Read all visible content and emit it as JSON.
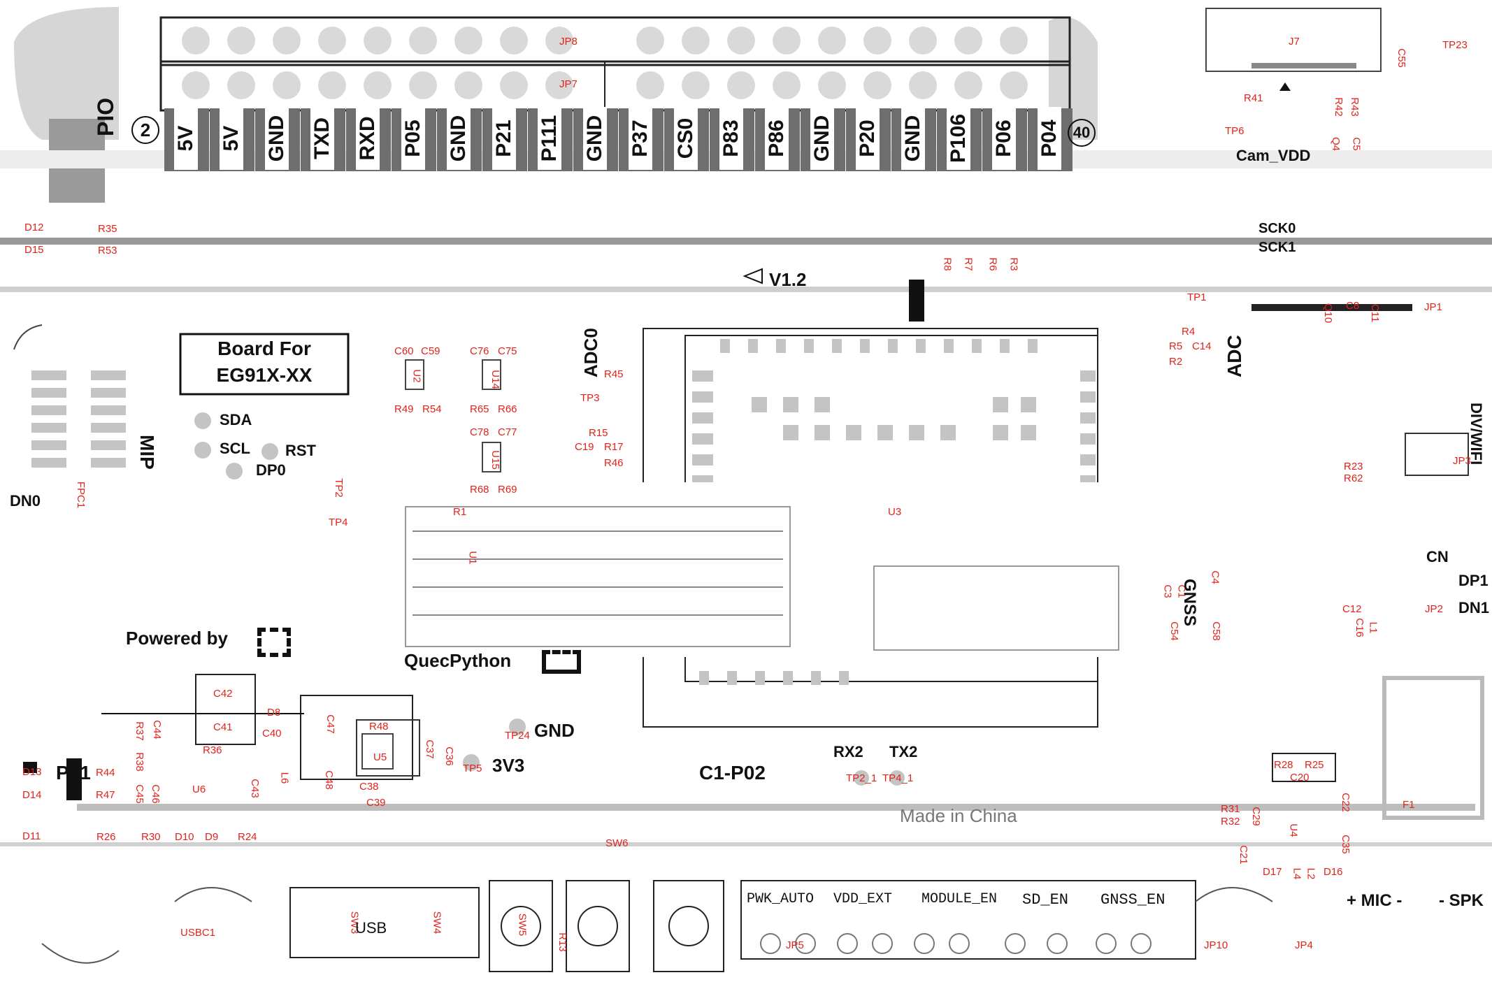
{
  "board": {
    "title_line1": "Board For",
    "title_line2": "EG91X-XX",
    "powered_by": "Powered by",
    "quecpython": "QuecPython",
    "made_in": "Made in China",
    "pio": "PIO",
    "pin_one": "2",
    "pin_forty": "40",
    "v12": "V1.2",
    "mip": "MIP",
    "cam_vdd": "Cam_VDD",
    "adc_main": "ADC",
    "adc_top": "ADC0",
    "div_wifi": "DIV/WIFI",
    "gnss": "GNSS",
    "c1_p02": "C1-P02"
  },
  "header_pins": [
    "5V",
    "5V",
    "GND",
    "TXD",
    "RXD",
    "P05",
    "GND",
    "P21",
    "P111",
    "GND",
    "P37",
    "CS0",
    "P83",
    "P86",
    "GND",
    "P20",
    "GND",
    "P106",
    "P06",
    "P04"
  ],
  "left_labels": {
    "sda": "SDA",
    "scl": "SCL",
    "rst": "RST",
    "dp0": "DP0",
    "dn0": "DN0"
  },
  "right_labels": {
    "cn": "CN",
    "dp1": "DP1",
    "dn1": "DN1",
    "sck0": "SCK0",
    "sck1": "SCK1"
  },
  "power_labels": {
    "gnd": "GND",
    "v3": "3V3",
    "rx2": "RX2",
    "tx2": "TX2",
    "p21": "P21"
  },
  "bottom_switches": [
    "PWK_AUTO",
    "VDD_EXT",
    "MODULE_EN",
    "SD_EN",
    "GNSS_EN"
  ],
  "audio": {
    "mic": "+ MIC -",
    "spk": "- SPK"
  },
  "usb": "USB",
  "ref": {
    "jp8": "JP8",
    "jp7": "JP7",
    "j7": "J7",
    "tp23": "TP23",
    "c55": "C55",
    "r41": "R41",
    "r43": "R43",
    "r42": "R42",
    "tp6": "TP6",
    "q4": "Q4",
    "c5": "C5",
    "d12": "D12",
    "r35": "R35",
    "d15": "D15",
    "r53": "R53",
    "r8": "R8",
    "r7": "R7",
    "r6": "R6",
    "r3": "R3",
    "tp1": "TP1",
    "c8": "C8",
    "c11": "C11",
    "jp1": "JP1",
    "q10": "Q10",
    "r4": "R4",
    "r5": "R5",
    "c14": "C14",
    "r2": "R2",
    "c60": "C60",
    "c59": "C59",
    "u2": "U2",
    "r49": "R49",
    "r54": "R54",
    "c76": "C76",
    "c75": "C75",
    "u14": "U14",
    "r65": "R65",
    "r66": "R66",
    "c78": "C78",
    "c77": "C77",
    "u15": "U15",
    "r68": "R68",
    "r69": "R69",
    "r45": "R45",
    "tp3": "TP3",
    "r15": "R15",
    "c19": "C19",
    "r17": "R17",
    "r46": "R46",
    "fpc1": "FPC1",
    "tp2": "TP2",
    "tp4": "TP4",
    "r1": "R1",
    "u1": "U1",
    "u3": "U3",
    "r23": "R23",
    "r62": "R62",
    "jp3": "JP3",
    "c4": "C4",
    "c1": "C1",
    "c3": "C3",
    "c54": "C54",
    "c58": "C58",
    "c12": "C12",
    "jp2": "JP2",
    "c16": "C16",
    "l1": "L1",
    "c42": "C42",
    "d8": "D8",
    "c41": "C41",
    "c40": "C40",
    "c47": "C47",
    "r48": "R48",
    "u5": "U5",
    "c37": "C37",
    "c36": "C36",
    "r36": "R36",
    "r37": "R37",
    "c44": "C44",
    "r38": "R38",
    "c45": "C45",
    "c46": "C46",
    "c43": "C43",
    "l6": "L6",
    "c48": "C48",
    "c38": "C38",
    "c39": "C39",
    "tp24": "TP24",
    "tp5": "TP5",
    "d13": "D13",
    "r44": "R44",
    "d14": "D14",
    "r47": "R47",
    "u6": "U6",
    "d11": "D11",
    "r26": "R26",
    "r30": "R30",
    "d10": "D10",
    "d9": "D9",
    "r24": "R24",
    "sw6": "SW6",
    "tp21": "TP2_1",
    "tp41": "TP4_1",
    "r28": "R28",
    "r25": "R25",
    "c20": "C20",
    "r31": "R31",
    "r32": "R32",
    "c29": "C29",
    "u4": "U4",
    "c22": "C22",
    "c35": "C35",
    "c21": "C21",
    "d17": "D17",
    "l4": "L4",
    "l2": "L2",
    "d16": "D16",
    "f1": "F1",
    "usbc1": "USBC1",
    "sw3": "SW3",
    "sw4": "SW4",
    "sw5": "SW5",
    "r13": "R13",
    "jp5": "JP5",
    "jp10": "JP10",
    "jp4": "JP4"
  },
  "colors": {
    "silk": "#111111",
    "ref": "#e0231c",
    "copper": "#c4c4c4",
    "pin_fill": "#6e6e6e"
  }
}
